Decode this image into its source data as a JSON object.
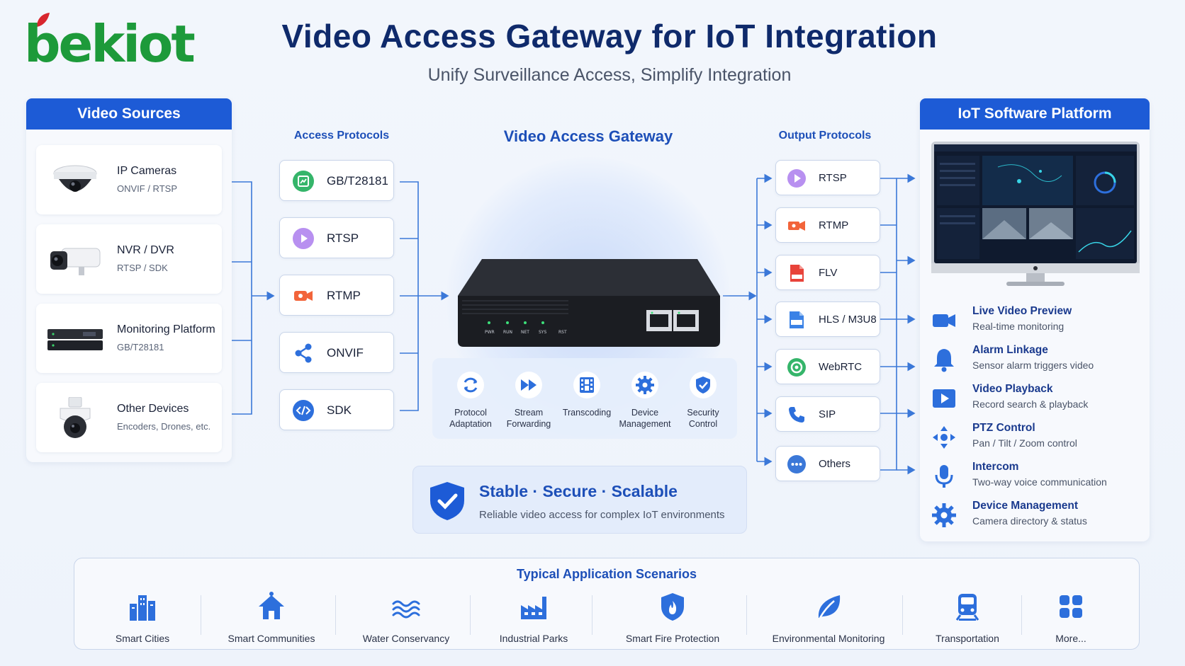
{
  "logo": {
    "text": "bekiot"
  },
  "title": "Video Access Gateway for IoT Integration",
  "subtitle": "Unify Surveillance Access, Simplify Integration",
  "video_sources": {
    "header": "Video Sources",
    "items": [
      {
        "name": "IP Cameras",
        "sub": "ONVIF / RTSP"
      },
      {
        "name": "NVR / DVR",
        "sub": "RTSP / SDK"
      },
      {
        "name": "Monitoring Platform",
        "sub": "GB/T28181"
      },
      {
        "name": "Other Devices",
        "sub": "Encoders, Drones, etc."
      }
    ]
  },
  "access_protocols": {
    "title": "Access Protocols",
    "items": [
      "GB/T28181",
      "RTSP",
      "RTMP",
      "ONVIF",
      "SDK"
    ]
  },
  "gateway": {
    "title": "Video Access Gateway",
    "ports": [
      "PWR",
      "RUN",
      "NET",
      "SYS",
      "RST"
    ],
    "features": [
      {
        "line1": "Protocol",
        "line2": "Adaptation"
      },
      {
        "line1": "Stream",
        "line2": "Forwarding"
      },
      {
        "line1": "Transcoding",
        "line2": ""
      },
      {
        "line1": "Device",
        "line2": "Management"
      },
      {
        "line1": "Security",
        "line2": "Control"
      }
    ]
  },
  "output_protocols": {
    "title": "Output Protocols",
    "items": [
      "RTSP",
      "RTMP",
      "FLV",
      "HLS / M3U8",
      "WebRTC",
      "SIP",
      "Others"
    ]
  },
  "iot_platform": {
    "header": "IoT Software Platform",
    "features": [
      {
        "title": "Live Video Preview",
        "sub": "Real-time monitoring"
      },
      {
        "title": "Alarm Linkage",
        "sub": "Sensor alarm triggers video"
      },
      {
        "title": "Video Playback",
        "sub": "Record search & playback"
      },
      {
        "title": "PTZ Control",
        "sub": "Pan / Tilt / Zoom control"
      },
      {
        "title": "Intercom",
        "sub": "Two-way voice communication"
      },
      {
        "title": "Device Management",
        "sub": "Camera directory & status"
      }
    ]
  },
  "stable": {
    "title": "Stable · Secure · Scalable",
    "sub": "Reliable video access for complex IoT environments"
  },
  "scenarios": {
    "title": "Typical Application Scenarios",
    "items": [
      "Smart Cities",
      "Smart Communities",
      "Water Conservancy",
      "Industrial Parks",
      "Smart Fire Protection",
      "Environmental Monitoring",
      "Transportation",
      "More..."
    ]
  },
  "colors": {
    "brand_green": "#1d9a3a",
    "primary_blue": "#1d5bd6",
    "title_navy": "#0f2a6b",
    "line_blue": "#3b78d8"
  }
}
